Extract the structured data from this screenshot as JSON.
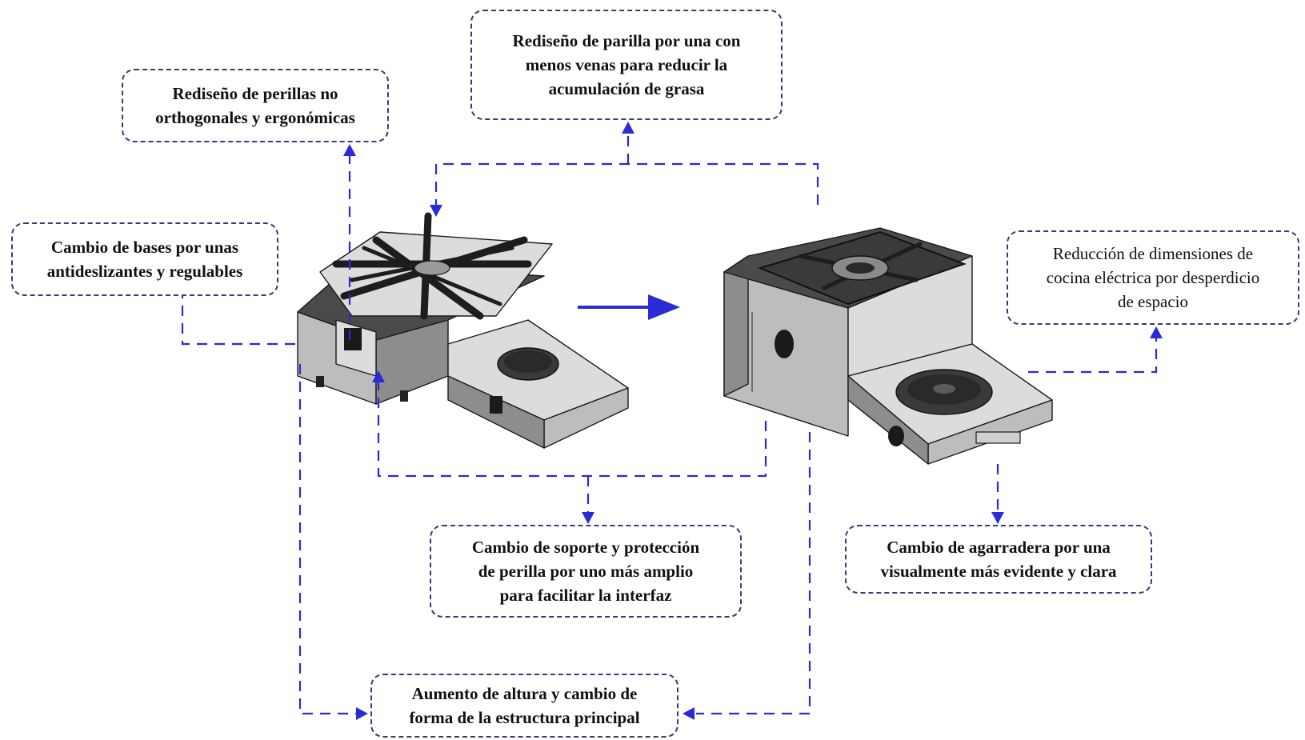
{
  "diagram": {
    "annotations": {
      "knobs": "Rediseño de perillas no\northogonales y ergonómicas",
      "grate": "Rediseño de parilla por una con\nmenos venas para reducir la\nacumulación de grasa",
      "bases": "Cambio de bases por unas\nantideslizantes y regulables",
      "dimensions": "Reducción de dimensiones de\ncocina eléctrica por desperdicio\nde espacio",
      "support": "Cambio de soporte y protección\nde perilla por uno más amplio\npara facilitar la interfaz",
      "handle": "Cambio de agarradera por una\nvisualmente más evidente y clara",
      "height": "Aumento de altura y cambio de\nforma de la estructura principal"
    },
    "colors": {
      "connector": "#2b2bd6",
      "box_border": "#3a3a7a",
      "main_arrow": "#2b2bd6"
    },
    "images": {
      "before": "stove-before-redesign",
      "after": "stove-after-redesign"
    }
  }
}
